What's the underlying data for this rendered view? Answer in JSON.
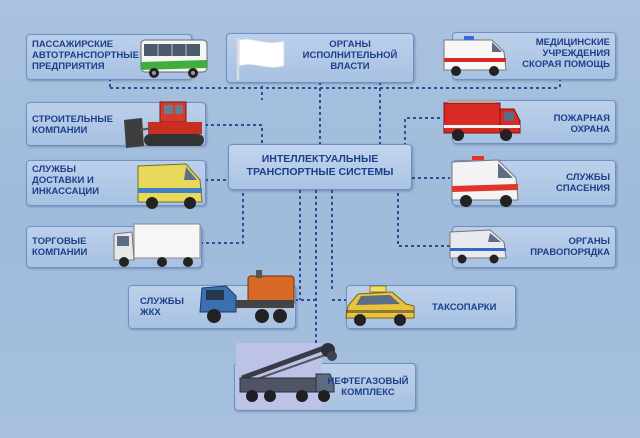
{
  "center": {
    "label": "ИНТЕЛЛЕКТУАЛЬНЫЕ\nТРАНСПОРТНЫЕ СИСТЕМЫ"
  },
  "nodes": {
    "passenger": {
      "label": "ПАССАЖИРСКИЕ\nАВТОТРАНСПОРТНЫЕ\nПРЕДПРИЯТИЯ",
      "icon": "bus-icon"
    },
    "authorities": {
      "label": "ОРГАНЫ\nИСПОЛНИТЕЛЬНОЙ\nВЛАСТИ",
      "icon": "white-flag-icon"
    },
    "medical": {
      "label": "МЕДИЦИНСКИЕ\nУЧРЕЖДЕНИЯ\nСКОРАЯ ПОМОЩЬ",
      "icon": "ambulance-icon"
    },
    "construction": {
      "label": "СТРОИТЕЛЬНЫЕ\nКОМПАНИИ",
      "icon": "bulldozer-icon"
    },
    "fire": {
      "label": "ПОЖАРНАЯ\nОХРАНА",
      "icon": "fire-truck-icon"
    },
    "delivery": {
      "label": "СЛУЖБЫ\nДОСТАВКИ И\nИНКАССАЦИИ",
      "icon": "cash-van-icon"
    },
    "rescue": {
      "label": "СЛУЖБЫ\nСПАСЕНИЯ",
      "icon": "rescue-van-icon"
    },
    "trade": {
      "label": "ТОРГОВЫЕ\nКОМПАНИИ",
      "icon": "box-truck-icon"
    },
    "police": {
      "label": "ОРГАНЫ\nПРАВОПОРЯДКА",
      "icon": "police-van-icon"
    },
    "utilities": {
      "label": "СЛУЖБЫ\nЖКХ",
      "icon": "garbage-truck-icon"
    },
    "taxi": {
      "label": "ТАКСОПАРКИ",
      "icon": "taxi-icon"
    },
    "oilgas": {
      "label": "НЕФТЕГАЗОВЫЙ\nКОМПЛЕКС",
      "icon": "drilling-rig-truck-icon"
    }
  },
  "colors": {
    "background": "#a6c0de",
    "box_border": "#6f90c2",
    "text": "#1d3f8a",
    "connector": "#2a4f96"
  }
}
